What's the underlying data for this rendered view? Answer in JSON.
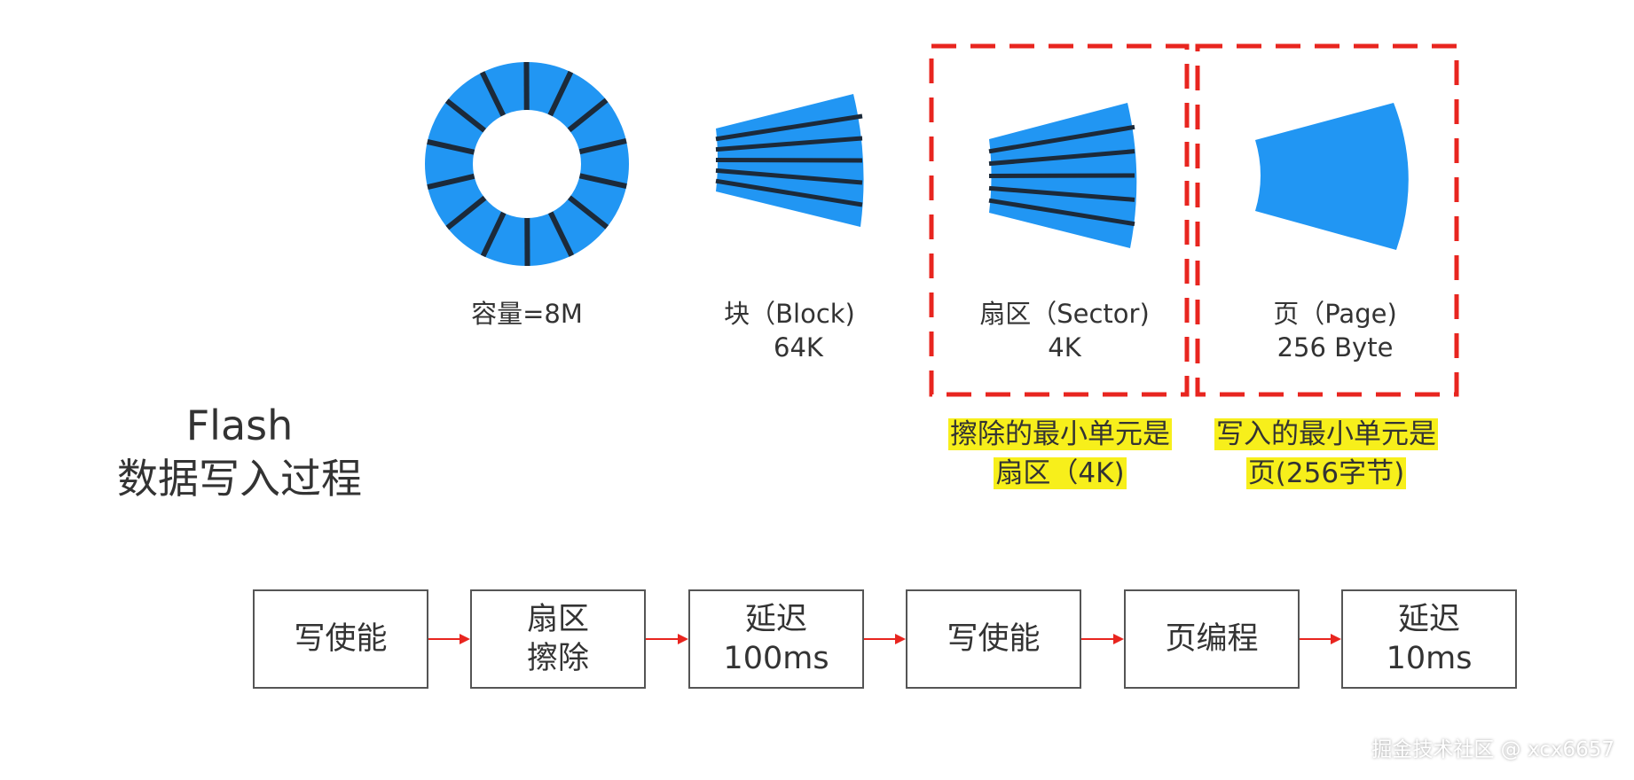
{
  "storage_levels": [
    {
      "line1": "容量=8M",
      "line2": ""
    },
    {
      "line1": "块（Block)",
      "line2": "64K"
    },
    {
      "line1": "扇区（Sector)",
      "line2": "4K"
    },
    {
      "line1": "页（Page)",
      "line2": "256 Byte"
    }
  ],
  "notes": {
    "erase": {
      "line1": "擦除的最小单元是",
      "line2": "扇区（4K)"
    },
    "write": {
      "line1": "写入的最小单元是",
      "line2": "页(256字节)"
    }
  },
  "title": {
    "line1": "Flash",
    "line2": "数据写入过程"
  },
  "steps": [
    {
      "line1": "写使能",
      "line2": ""
    },
    {
      "line1": "扇区",
      "line2": "擦除"
    },
    {
      "line1": "延迟",
      "line2": "100ms"
    },
    {
      "line1": "写使能",
      "line2": ""
    },
    {
      "line1": "页编程",
      "line2": ""
    },
    {
      "line1": "延迟",
      "line2": "10ms"
    }
  ],
  "watermark": "掘金技术社区 @ xcx6657",
  "colors": {
    "shape_fill": "#2196f3",
    "divider": "#1c2a3a",
    "highlight_box": "#e8251f",
    "note_highlight": "#f7ef1b",
    "arrow": "#e8251f"
  }
}
